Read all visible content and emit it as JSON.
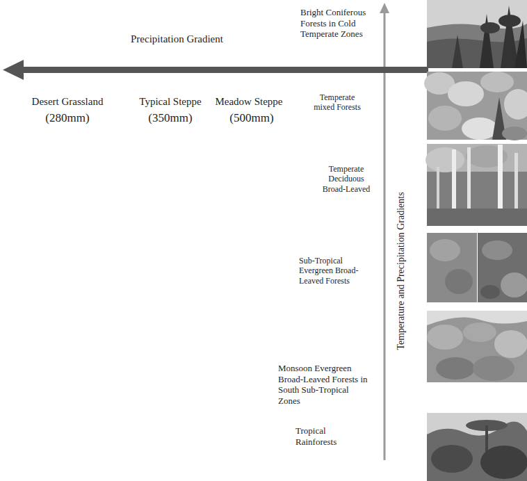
{
  "diagram": {
    "labels": [
      "Bright Coniferous Forests in Cold Temperate Zones",
      "Precipitation Gradient",
      "Desert Grassland",
      "Typical Steppe",
      "Meadow Steppe",
      "(280mm)",
      "(350mm)",
      "(500mm)",
      "Temperate mixed Forests",
      "Temperate Deciduous Broad-Leaved",
      "Sub-Tropical Evergreen Broad-Leaved Forests",
      "Temperature and Precipitation Gradients",
      "Monsoon Evergreen Broad-Leaved Forests in South Sub-Tropical Zones",
      "Tropical Rainforests"
    ]
  }
}
